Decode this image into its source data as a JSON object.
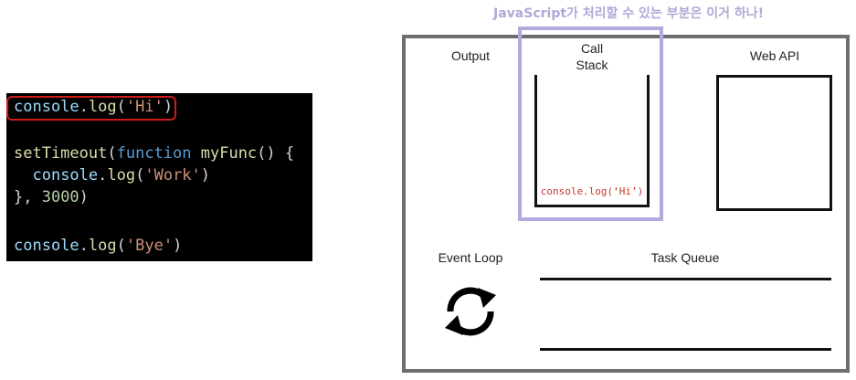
{
  "header": {
    "note": "JavaScript가 처리할 수 있는 부분은 이거 하나!"
  },
  "code": {
    "line1": {
      "obj": "console",
      "dot": ".",
      "fn": "log",
      "open": "(",
      "str": "'Hi'",
      "close": ")"
    },
    "line2": {
      "fn": "setTimeout",
      "open": "(",
      "kw": "function",
      "name": "myFunc",
      "rest": "() {"
    },
    "line3": {
      "indent": "  ",
      "obj": "console",
      "dot": ".",
      "fn": "log",
      "open": "(",
      "str": "'Work'",
      "close": ")"
    },
    "line4": {
      "open": "}, ",
      "num": "3000",
      "close": ")"
    },
    "line5": {
      "obj": "console",
      "dot": ".",
      "fn": "log",
      "open": "(",
      "str": "'Bye'",
      "close": ")"
    }
  },
  "runtime": {
    "output_label": "Output",
    "call_stack_label_line1": "Call",
    "call_stack_label_line2": "Stack",
    "web_api_label": "Web API",
    "event_loop_label": "Event Loop",
    "task_queue_label": "Task Queue",
    "stack_items": [
      "console.log(‘Hi’)"
    ],
    "highlight_color": "#b5a8dd",
    "code_highlight_color": "#d11a1a"
  }
}
